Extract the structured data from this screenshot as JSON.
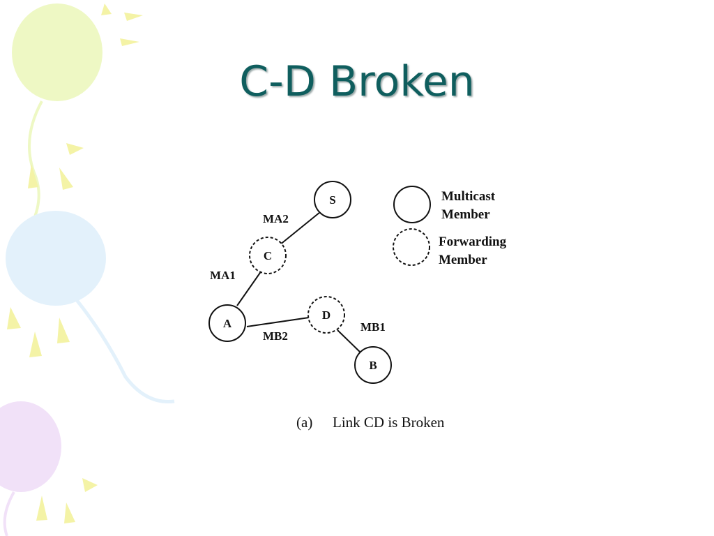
{
  "slide": {
    "title": "C-D Broken",
    "caption_tag": "(a)",
    "caption_text": "Link CD is Broken"
  },
  "diagram": {
    "nodes": [
      {
        "id": "S",
        "label": "S",
        "type": "multicast-member"
      },
      {
        "id": "C",
        "label": "C",
        "type": "forwarding-member"
      },
      {
        "id": "A",
        "label": "A",
        "type": "multicast-member"
      },
      {
        "id": "D",
        "label": "D",
        "type": "forwarding-member"
      },
      {
        "id": "B",
        "label": "B",
        "type": "multicast-member"
      }
    ],
    "edges": [
      {
        "from": "S",
        "to": "C",
        "label": "MA2"
      },
      {
        "from": "C",
        "to": "A",
        "label": "MA1"
      },
      {
        "from": "A",
        "to": "D",
        "label": "MB2"
      },
      {
        "from": "D",
        "to": "B",
        "label": "MB1"
      }
    ],
    "legend": {
      "multicast_line1": "Multicast",
      "multicast_line2": "Member",
      "forwarding_line1": "Forwarding",
      "forwarding_line2": "Member"
    }
  },
  "colors": {
    "title": "#0f5e5e",
    "balloon_green": "#eef8c4",
    "balloon_blue": "#e3f1fb",
    "balloon_purple": "#f1e1f8",
    "sparkle_yellow": "#f4f3a6"
  }
}
